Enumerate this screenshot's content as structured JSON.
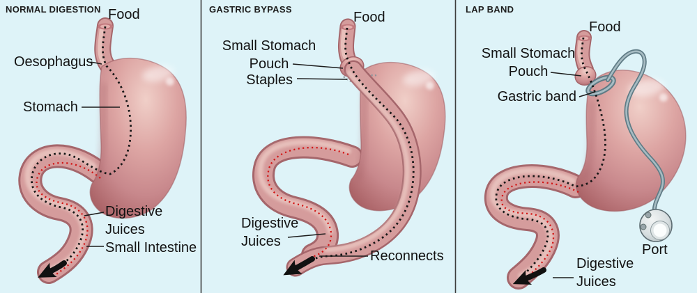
{
  "background_color": "#def3f8",
  "divider_color": "#3d3d3d",
  "ink_color": "#121212",
  "food_path_color": "#161616",
  "juice_path_color": "#d21414",
  "organ_colors": {
    "stomach_highlight": "#f0cfc8",
    "stomach_mid": "#c8888c",
    "stomach_dark": "#a96165",
    "band_gray": "#5f7b85",
    "port_gray": "#c3ccce"
  },
  "panels": [
    {
      "title": "NORMAL DIGESTION",
      "labels": {
        "food": "Food",
        "oesophagus": "Oesophagus",
        "stomach": "Stomach",
        "digestive_juices": "Digestive Juices",
        "small_intestine": "Small Intestine"
      }
    },
    {
      "title": "GASTRIC BYPASS",
      "labels": {
        "food": "Food",
        "small_stomach_pouch": "Small Stomach Pouch",
        "staples": "Staples",
        "digestive_juices": "Digestive Juices",
        "reconnects": "Reconnects"
      }
    },
    {
      "title": "LAP BAND",
      "labels": {
        "food": "Food",
        "small_stomach_pouch": "Small Stomach Pouch",
        "gastric_band": "Gastric band",
        "digestive_juices": "Digestive Juices",
        "port": "Port"
      }
    }
  ]
}
